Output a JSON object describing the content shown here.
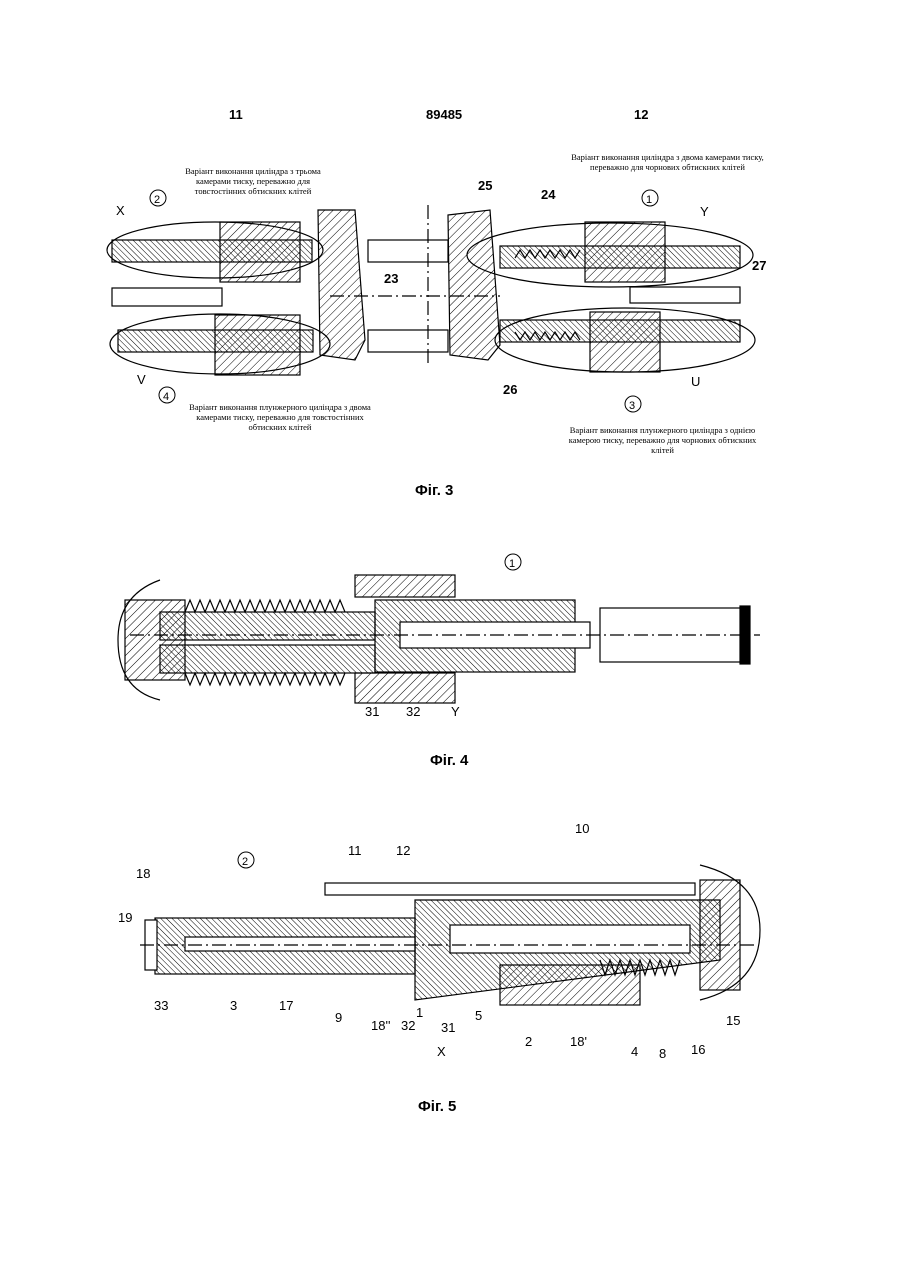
{
  "header": {
    "left_page": "11",
    "doc_number": "89485",
    "right_page": "12"
  },
  "fig3": {
    "caption": "Фіг. 3",
    "notes": {
      "top_left": "Варіант виконання циліндра з трьома камерами тиску, переважно для товстостінних обтискних клітей",
      "top_right": "Варіант виконання циліндра з двома камерами тиску, переважно для чорнових обтискних клітей",
      "bottom_left": "Варіант виконання плунжерного циліндра з двома камерами тиску, переважно для товстостінних обтискних клітей",
      "bottom_right": "Варіант виконання плунжерного циліндра з однією камерою тиску, переважно для чорнових обтискних клітей"
    },
    "labels": {
      "x": "X",
      "y": "Y",
      "v": "V",
      "u": "U",
      "c1": "1",
      "c2": "2",
      "c3": "3",
      "c4": "4",
      "n23": "23",
      "n24": "24",
      "n25": "25",
      "n26": "26",
      "n27": "27"
    }
  },
  "fig4": {
    "caption": "Фіг. 4",
    "labels": {
      "c1": "1",
      "n31": "31",
      "n32": "32",
      "y": "Y"
    }
  },
  "fig5": {
    "caption": "Фіг. 5",
    "labels": {
      "c2": "2",
      "n18": "18",
      "n19": "19",
      "n33": "33",
      "n3": "3",
      "n17": "17",
      "n9": "9",
      "n18pp": "18''",
      "n1": "1",
      "n32": "32",
      "n31": "31",
      "n5": "5",
      "x": "X",
      "n2": "2",
      "n18p": "18'",
      "n4": "4",
      "n8": "8",
      "n16": "16",
      "n15": "15",
      "n11": "11",
      "n12": "12",
      "n10": "10"
    }
  }
}
